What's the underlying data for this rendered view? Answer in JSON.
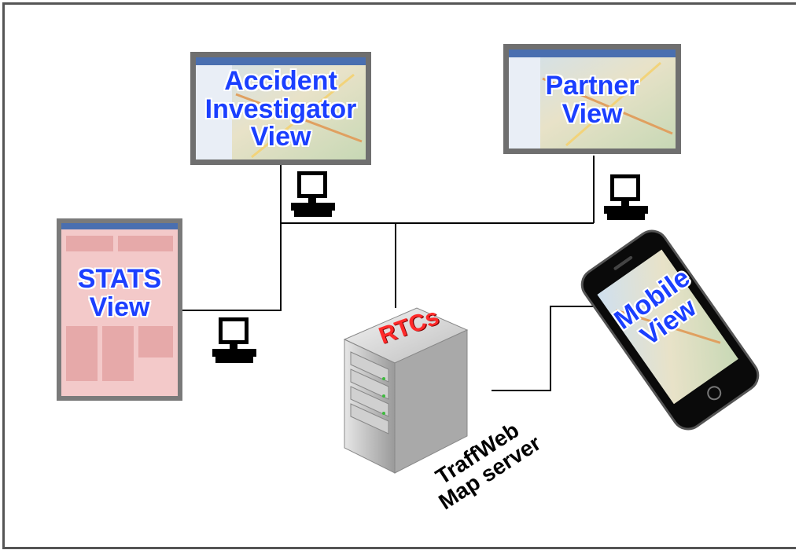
{
  "nodes": {
    "accident_view": {
      "line1": "Accident",
      "line2": "Investigator",
      "line3": "View"
    },
    "partner_view": {
      "line1": "Partner",
      "line2": "View"
    },
    "stats_view": {
      "line1": "STATS",
      "line2": "View"
    },
    "mobile_view": {
      "line1": "Mobile",
      "line2": "View"
    },
    "server": {
      "top_label": "RTCs",
      "line1": "TraffWeb",
      "line2": "Map server"
    }
  },
  "colors": {
    "view_label": "#1b3fff",
    "server_label": "#ff2a2a",
    "connector": "#000000",
    "frame_border": "#555555"
  },
  "icons": [
    "workstation-icon",
    "monitor-icon",
    "server-tower-icon",
    "smartphone-icon"
  ]
}
